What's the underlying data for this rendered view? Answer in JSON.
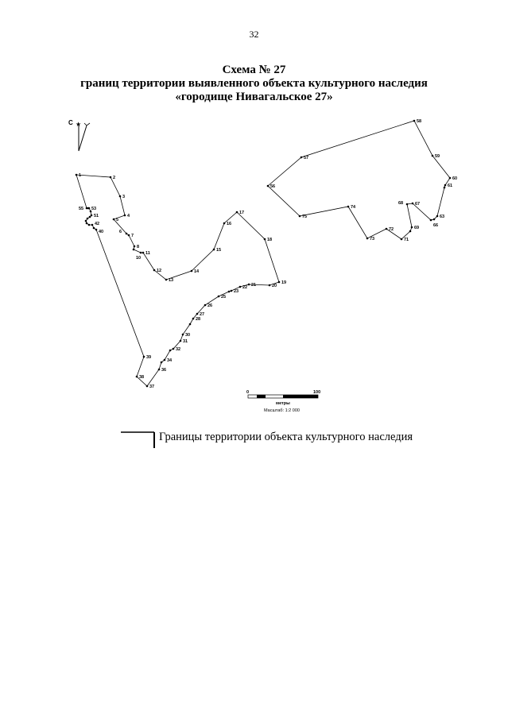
{
  "page_number": "32",
  "title": {
    "line1": "Схема № 27",
    "line2": "границ территории выявленного объекта культурного наследия",
    "line3": "«городище Нивагальское 27»"
  },
  "compass": {
    "north_label": "С"
  },
  "map": {
    "boundary_color": "#000000",
    "left_polygon_labels": [
      "1",
      "2",
      "3",
      "4",
      "5",
      "6",
      "7",
      "8",
      "10",
      "11",
      "12",
      "13",
      "14",
      "15",
      "16",
      "17",
      "18",
      "19",
      "20",
      "21",
      "22",
      "23",
      "25",
      "26",
      "27",
      "28",
      "30",
      "31",
      "32",
      "34",
      "36",
      "37",
      "38",
      "39",
      "40",
      "42",
      "51",
      "53",
      "55"
    ],
    "right_polygon_labels": [
      "56",
      "57",
      "58",
      "59",
      "60",
      "61",
      "63",
      "66",
      "67",
      "68",
      "69",
      "71",
      "72",
      "73",
      "74",
      "75"
    ]
  },
  "scale_bar": {
    "start": "0",
    "end": "100",
    "unit": "метры",
    "scale": "Масштаб: 1:2 000"
  },
  "legend": {
    "boundary_label": "Границы территории объекта культурного наследия"
  }
}
